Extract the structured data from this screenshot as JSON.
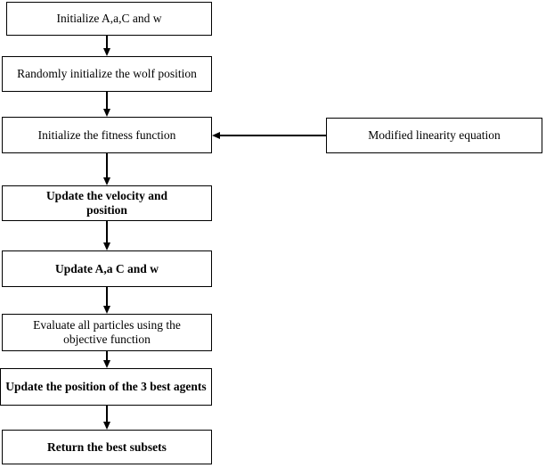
{
  "flowchart": {
    "title": "Grey wolf optimization feature-selection flowchart",
    "colors": {
      "border": "#000000",
      "text": "#000000",
      "background": "#ffffff"
    },
    "nodes": [
      {
        "id": "initialize-params",
        "label": "Initialize A,a,C and w"
      },
      {
        "id": "randomly-initialize-wolf",
        "label": "Randomly initialize the wolf position"
      },
      {
        "id": "initialize-fitness",
        "label": "Initialize the fitness function"
      },
      {
        "id": "update-velocity-position",
        "label": "Update the velocity and\nposition"
      },
      {
        "id": "update-params",
        "label": "Update A,a C and w"
      },
      {
        "id": "evaluate-particles",
        "label": "Evaluate all particles using the\nobjective function"
      },
      {
        "id": "update-best-agents",
        "label": "Update the position of the 3 best agents"
      },
      {
        "id": "return-best-subsets",
        "label": "Return the best subsets"
      },
      {
        "id": "modified-linearity",
        "label": "Modified linearity equation"
      }
    ],
    "edges": [
      {
        "from": "initialize-params",
        "to": "randomly-initialize-wolf",
        "direction": "down"
      },
      {
        "from": "randomly-initialize-wolf",
        "to": "initialize-fitness",
        "direction": "down"
      },
      {
        "from": "initialize-fitness",
        "to": "update-velocity-position",
        "direction": "down"
      },
      {
        "from": "update-velocity-position",
        "to": "update-params",
        "direction": "down"
      },
      {
        "from": "update-params",
        "to": "evaluate-particles",
        "direction": "down"
      },
      {
        "from": "evaluate-particles",
        "to": "update-best-agents",
        "direction": "down"
      },
      {
        "from": "update-best-agents",
        "to": "return-best-subsets",
        "direction": "down"
      },
      {
        "from": "modified-linearity",
        "to": "initialize-fitness",
        "direction": "left"
      }
    ]
  }
}
